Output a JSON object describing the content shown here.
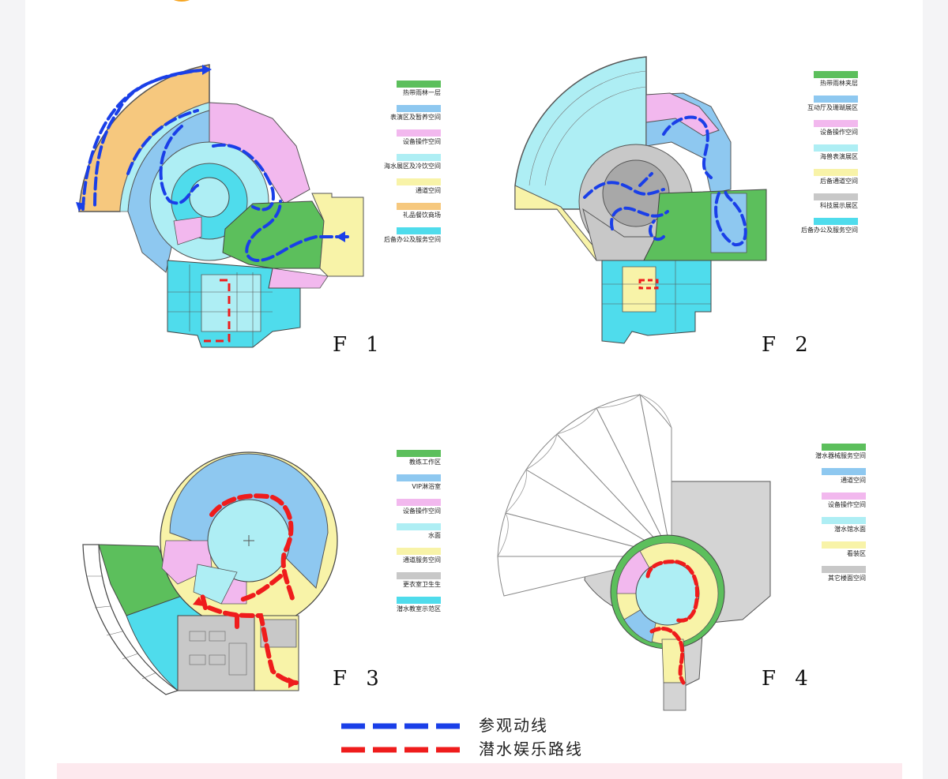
{
  "colors": {
    "green": "#5cbf5c",
    "blue": "#8ec8f0",
    "pink": "#f2b8ee",
    "aqua": "#aeeef4",
    "yellow": "#f8f3a8",
    "orange": "#f6c87e",
    "cyan": "#4fdcec",
    "gray": "#c8c8c8",
    "route_blue": "#1a3fe8",
    "route_red": "#ef1c1c"
  },
  "floors": [
    {
      "label": "F 1",
      "legend": [
        {
          "label": "热带雨林一层",
          "color": "#5cbf5c"
        },
        {
          "label": "表演区及暂养空间",
          "color": "#8ec8f0"
        },
        {
          "label": "设备操作空间",
          "color": "#f2b8ee"
        },
        {
          "label": "海水展区及冷饮空间",
          "color": "#aeeef4"
        },
        {
          "label": "通道空间",
          "color": "#f8f3a8"
        },
        {
          "label": "礼品餐饮商场",
          "color": "#f6c87e"
        },
        {
          "label": "后备办公及服务空间",
          "color": "#4fdcec"
        }
      ]
    },
    {
      "label": "F 2",
      "legend": [
        {
          "label": "热带雨林夹层",
          "color": "#5cbf5c"
        },
        {
          "label": "互动厅及珊瑚展区",
          "color": "#8ec8f0"
        },
        {
          "label": "设备操作空间",
          "color": "#f2b8ee"
        },
        {
          "label": "海兽表演展区",
          "color": "#aeeef4"
        },
        {
          "label": "后备通道空间",
          "color": "#f8f3a8"
        },
        {
          "label": "科技展示展区",
          "color": "#c8c8c8"
        },
        {
          "label": "后备办公及服务空间",
          "color": "#4fdcec"
        }
      ]
    },
    {
      "label": "F 3",
      "legend": [
        {
          "label": "教练工作区",
          "color": "#5cbf5c"
        },
        {
          "label": "VIP淋浴室",
          "color": "#8ec8f0"
        },
        {
          "label": "设备操作空间",
          "color": "#f2b8ee"
        },
        {
          "label": "水面",
          "color": "#aeeef4"
        },
        {
          "label": "通道服务空间",
          "color": "#f8f3a8"
        },
        {
          "label": "更衣室卫生生",
          "color": "#c8c8c8"
        },
        {
          "label": "潜水教室示范区",
          "color": "#4fdcec"
        }
      ]
    },
    {
      "label": "F 4",
      "legend": [
        {
          "label": "潜水器械服务空间",
          "color": "#5cbf5c"
        },
        {
          "label": "通道空间",
          "color": "#8ec8f0"
        },
        {
          "label": "设备操作空间",
          "color": "#f2b8ee"
        },
        {
          "label": "潜水馆水面",
          "color": "#aeeef4"
        },
        {
          "label": "看装区",
          "color": "#f8f3a8"
        },
        {
          "label": "其它楼面空间",
          "color": "#c8c8c8"
        }
      ]
    }
  ],
  "route_legend": {
    "visit_route": "参观动线",
    "diving_route": "潜水娱乐路线"
  }
}
